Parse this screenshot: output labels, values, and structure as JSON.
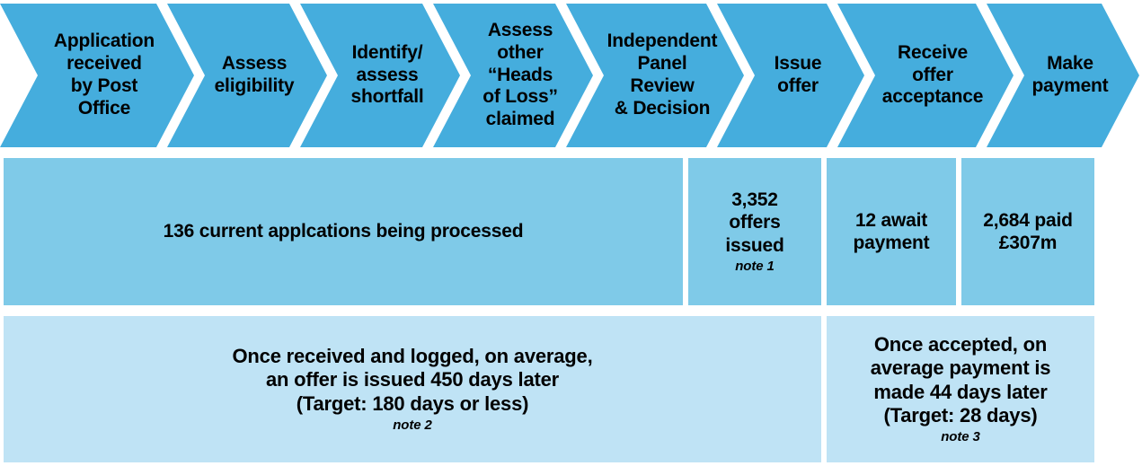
{
  "colors": {
    "chevron_fill": "#45ADDD",
    "mid_row_fill": "#7FCAE8",
    "bottom_row_fill": "#BFE3F5",
    "text": "#000000",
    "background": "#FFFFFF"
  },
  "process_flow": {
    "steps": [
      {
        "label": "Application\nreceived\nby Post\nOffice"
      },
      {
        "label": "Assess\neligibility"
      },
      {
        "label": "Identify/\nassess\nshortfall"
      },
      {
        "label": "Assess\nother\n“Heads\nof Loss”\nclaimed"
      },
      {
        "label": "Independent\nPanel\nReview\n& Decision"
      },
      {
        "label": "Issue\noffer"
      },
      {
        "label": "Receive\noffer\nacceptance"
      },
      {
        "label": "Make\npayment"
      }
    ]
  },
  "status_row": {
    "cells": [
      {
        "text": "136 current applcations being processed",
        "note": ""
      },
      {
        "text": "3,352\noffers\nissued",
        "note": "note 1"
      },
      {
        "text": "12 await\npayment",
        "note": ""
      },
      {
        "text": "2,684 paid\n£307m",
        "note": ""
      }
    ]
  },
  "timing_row": {
    "cells": [
      {
        "text": "Once received and logged, on average,\nan offer is issued 450 days later\n(Target: 180 days or less)",
        "note": "note 2"
      },
      {
        "text": "Once accepted, on\naverage payment is\nmade 44 days later\n(Target: 28 days)",
        "note": "note 3"
      }
    ]
  }
}
